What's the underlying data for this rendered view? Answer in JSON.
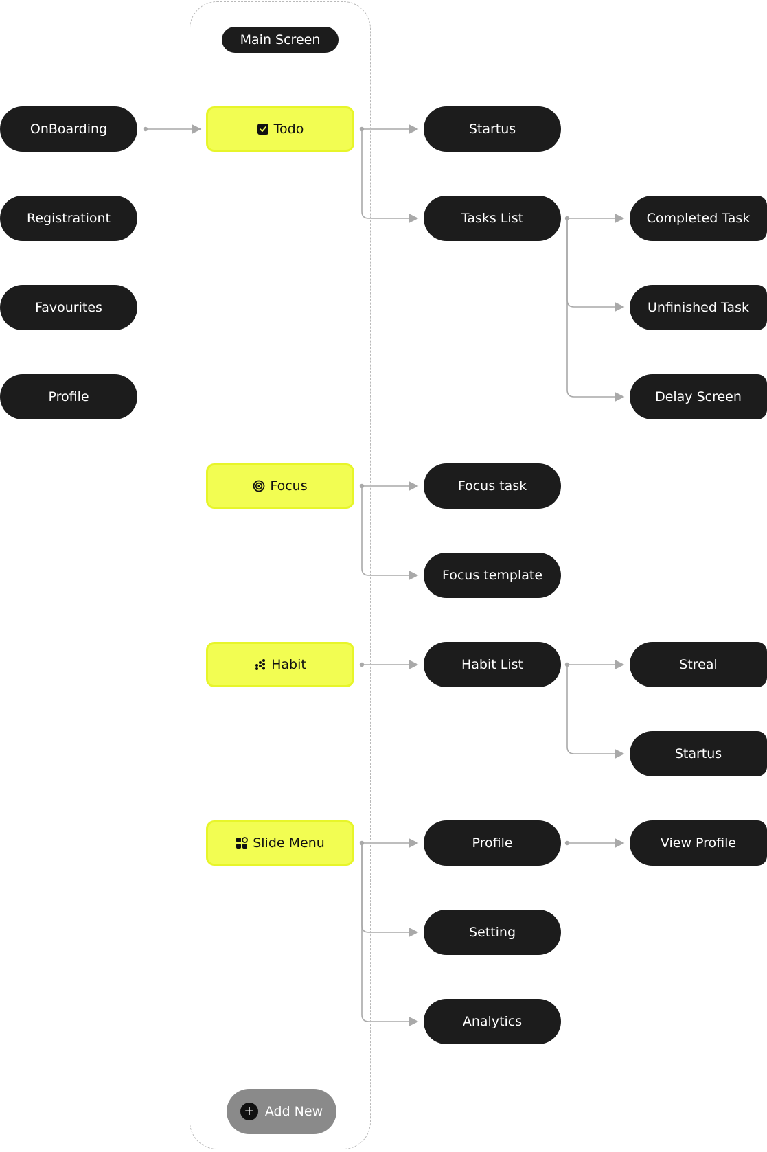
{
  "main_screen": {
    "label": "Main Screen"
  },
  "left_column": [
    {
      "label": "OnBoarding"
    },
    {
      "label": "Registrationt"
    },
    {
      "label": "Favourites"
    },
    {
      "label": "Profile"
    }
  ],
  "tabs": [
    {
      "label": "Todo",
      "icon": "checkbox-icon",
      "children": [
        {
          "label": "Startus"
        },
        {
          "label": "Tasks List",
          "children": [
            {
              "label": "Completed Task"
            },
            {
              "label": "Unfinished Task"
            },
            {
              "label": "Delay Screen"
            }
          ]
        }
      ]
    },
    {
      "label": "Focus",
      "icon": "target-icon",
      "children": [
        {
          "label": "Focus task"
        },
        {
          "label": "Focus template"
        }
      ]
    },
    {
      "label": "Habit",
      "icon": "dots-grid-icon",
      "children": [
        {
          "label": "Habit List",
          "children": [
            {
              "label": "Streal"
            },
            {
              "label": "Startus"
            }
          ]
        }
      ]
    },
    {
      "label": "Slide Menu",
      "icon": "menu-grid-icon",
      "children": [
        {
          "label": "Profile",
          "children": [
            {
              "label": "View Profile"
            }
          ]
        },
        {
          "label": "Setting"
        },
        {
          "label": "Analytics"
        }
      ]
    }
  ],
  "add_new": {
    "label": "Add New",
    "icon": "plus-circle-icon"
  },
  "colors": {
    "node_dark": "#1c1c1c",
    "tab_fill": "#f2fd52",
    "tab_border": "#e7f52a",
    "connector": "#a9a9a9",
    "add_new_fill": "#8a8a8a"
  }
}
